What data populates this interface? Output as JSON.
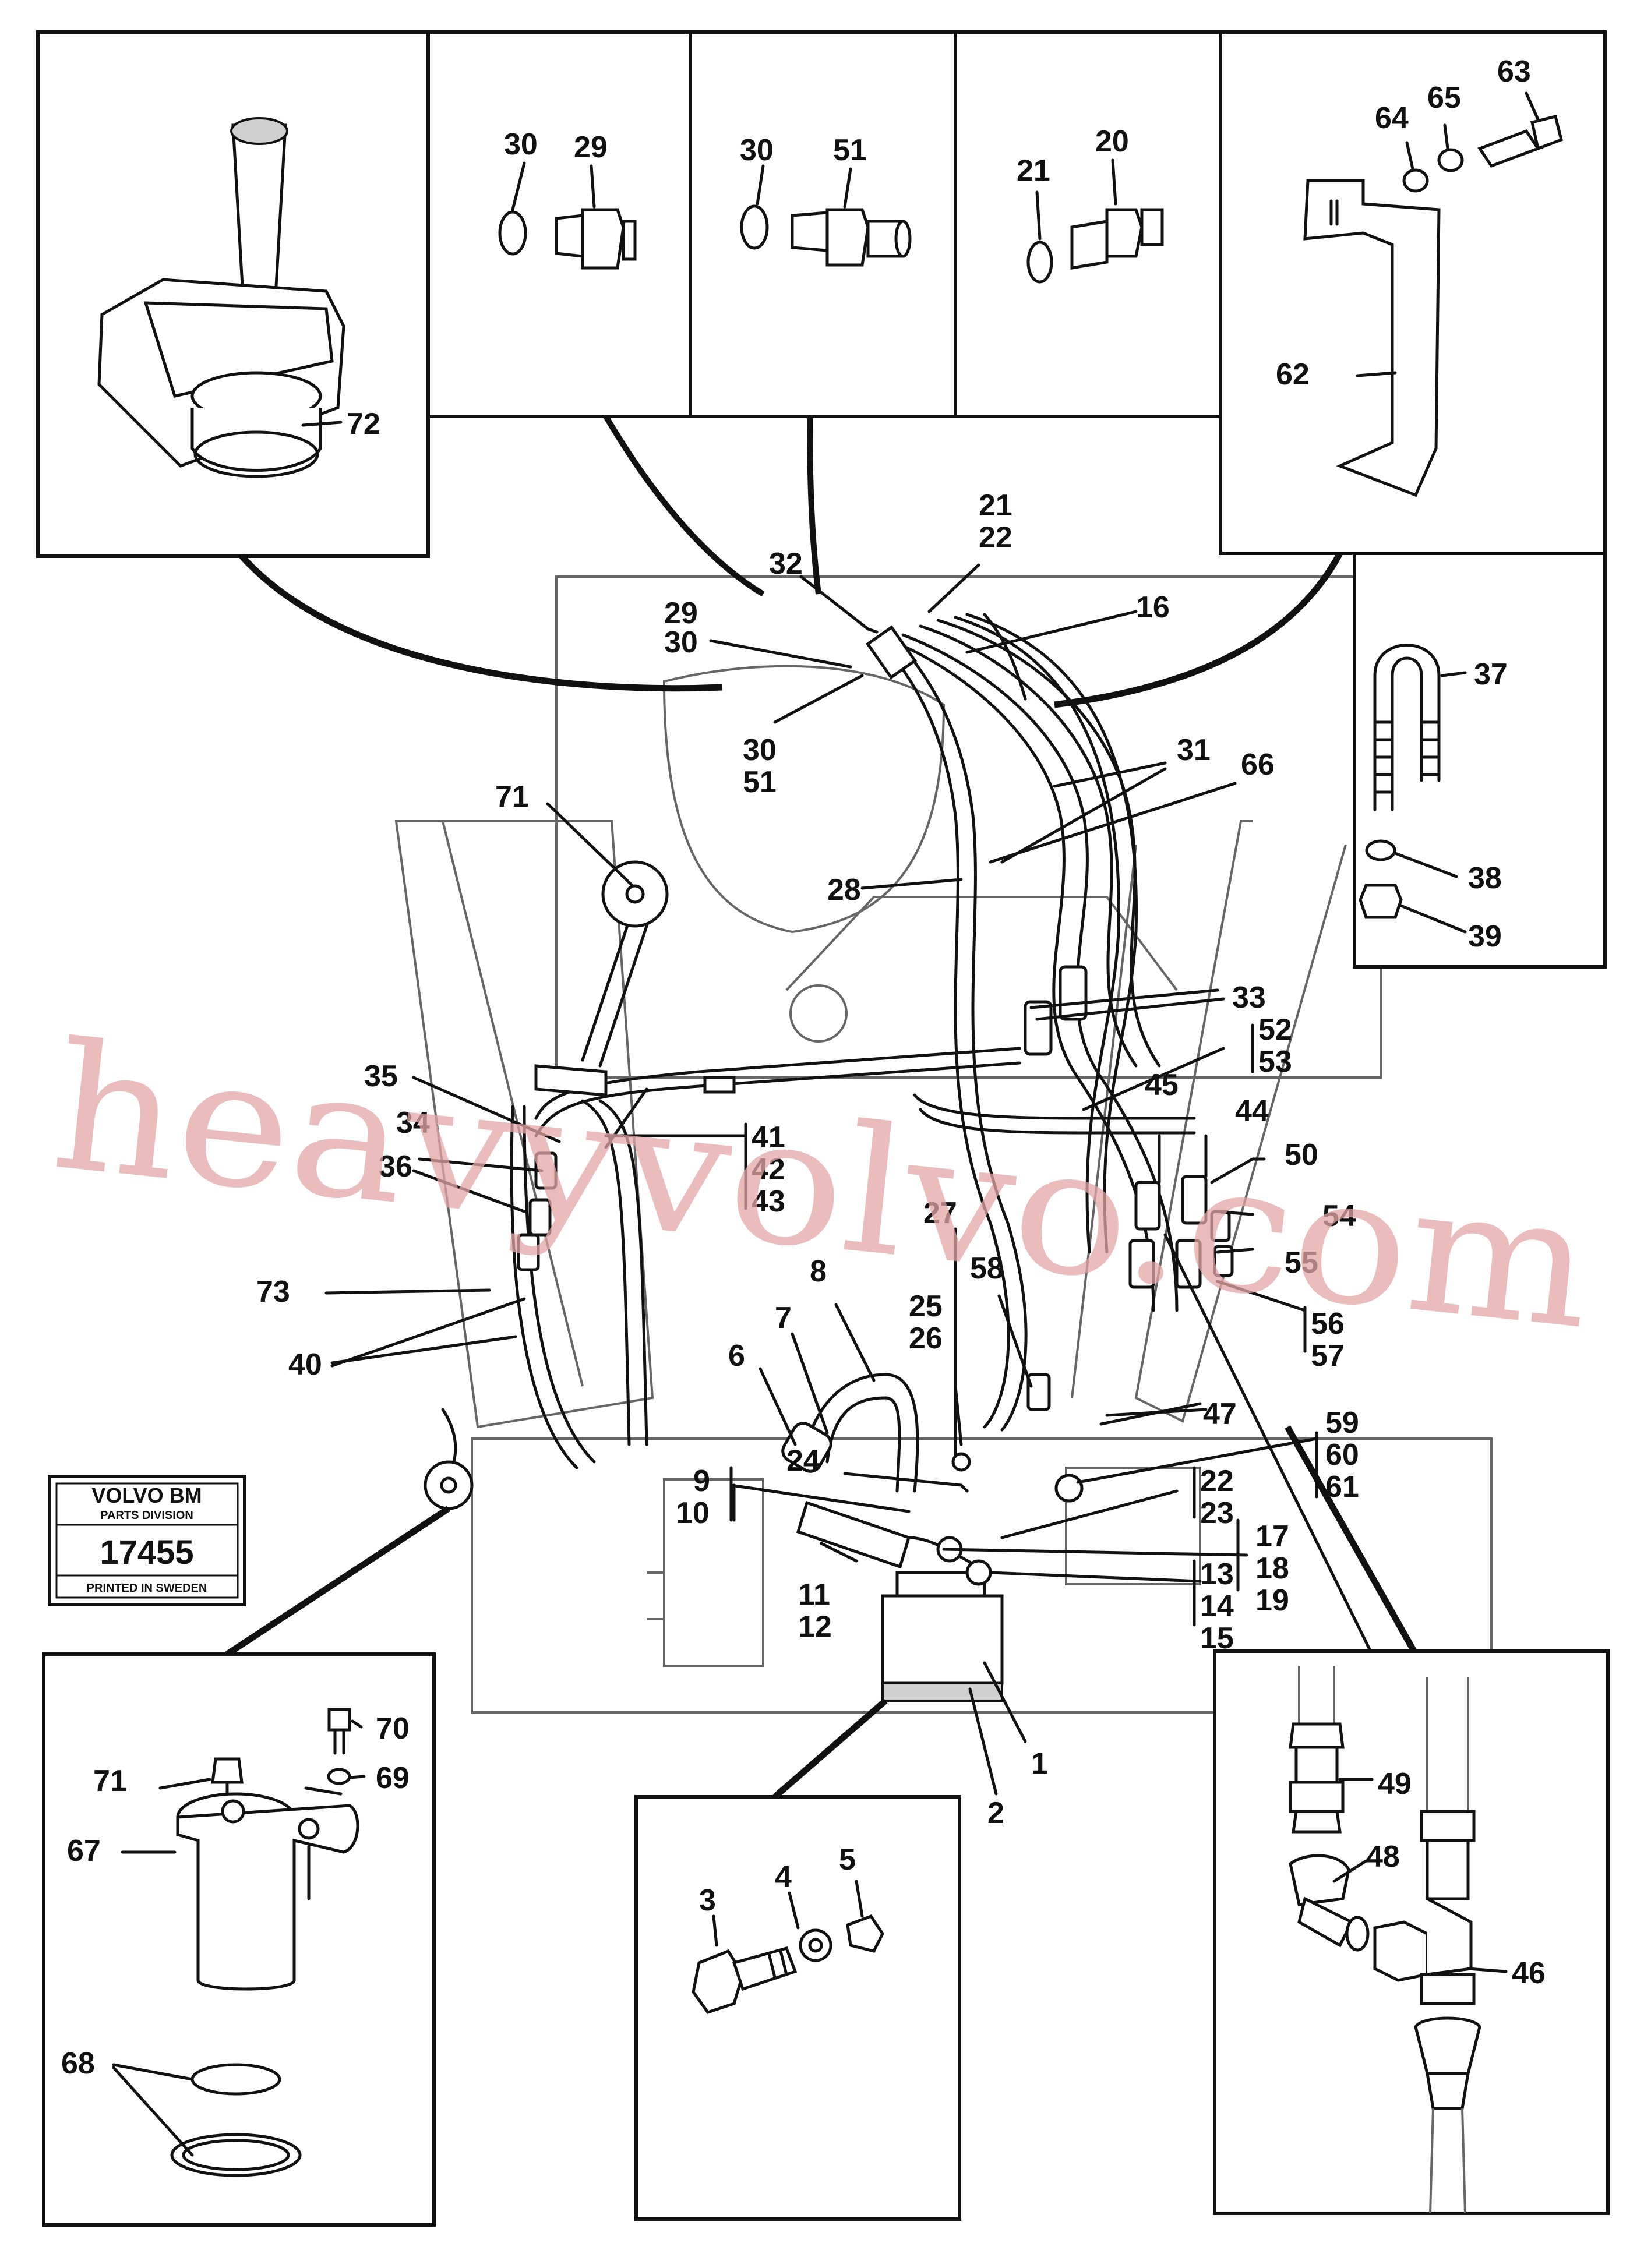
{
  "watermark": "heavyvolvo.com",
  "badge": {
    "brand": "VOLVO BM",
    "division": "PARTS DIVISION",
    "number": "17455",
    "printed": "PRINTED IN SWEDEN"
  },
  "callouts": {
    "c72": "72",
    "c30a": "30",
    "c29a": "29",
    "c30b": "30",
    "c51a": "51",
    "c21a": "21",
    "c20": "20",
    "c64": "64",
    "c65": "65",
    "c63": "63",
    "c62": "62",
    "c37": "37",
    "c38": "38",
    "c39": "39",
    "c21b": "21",
    "c22a": "22",
    "c32": "32",
    "c16": "16",
    "c29b": "29",
    "c30c": "30",
    "c30d": "30",
    "c51b": "51",
    "c31": "31",
    "c66": "66",
    "c71a": "71",
    "c28": "28",
    "c33": "33",
    "c52": "52",
    "c53": "53",
    "c35": "35",
    "c34": "34",
    "c41": "41",
    "c42": "42",
    "c43": "43",
    "c36": "36",
    "c45": "45",
    "c44": "44",
    "c50": "50",
    "c54": "54",
    "c55": "55",
    "c27": "27",
    "c58": "58",
    "c8": "8",
    "c7": "7",
    "c25": "25",
    "c26": "26",
    "c56": "56",
    "c57": "57",
    "c73": "73",
    "c6": "6",
    "c40": "40",
    "c47": "47",
    "c59": "59",
    "c60": "60",
    "c61": "61",
    "c24": "24",
    "c9": "9",
    "c10": "10",
    "c22b": "22",
    "c23": "23",
    "c17": "17",
    "c18": "18",
    "c19": "19",
    "c11": "11",
    "c12": "12",
    "c13": "13",
    "c14": "14",
    "c15": "15",
    "c1": "1",
    "c2": "2",
    "c70": "70",
    "c71b": "71",
    "c69": "69",
    "c67": "67",
    "c68": "68",
    "c3": "3",
    "c4": "4",
    "c5": "5",
    "c49": "49",
    "c48": "48",
    "c46": "46"
  }
}
